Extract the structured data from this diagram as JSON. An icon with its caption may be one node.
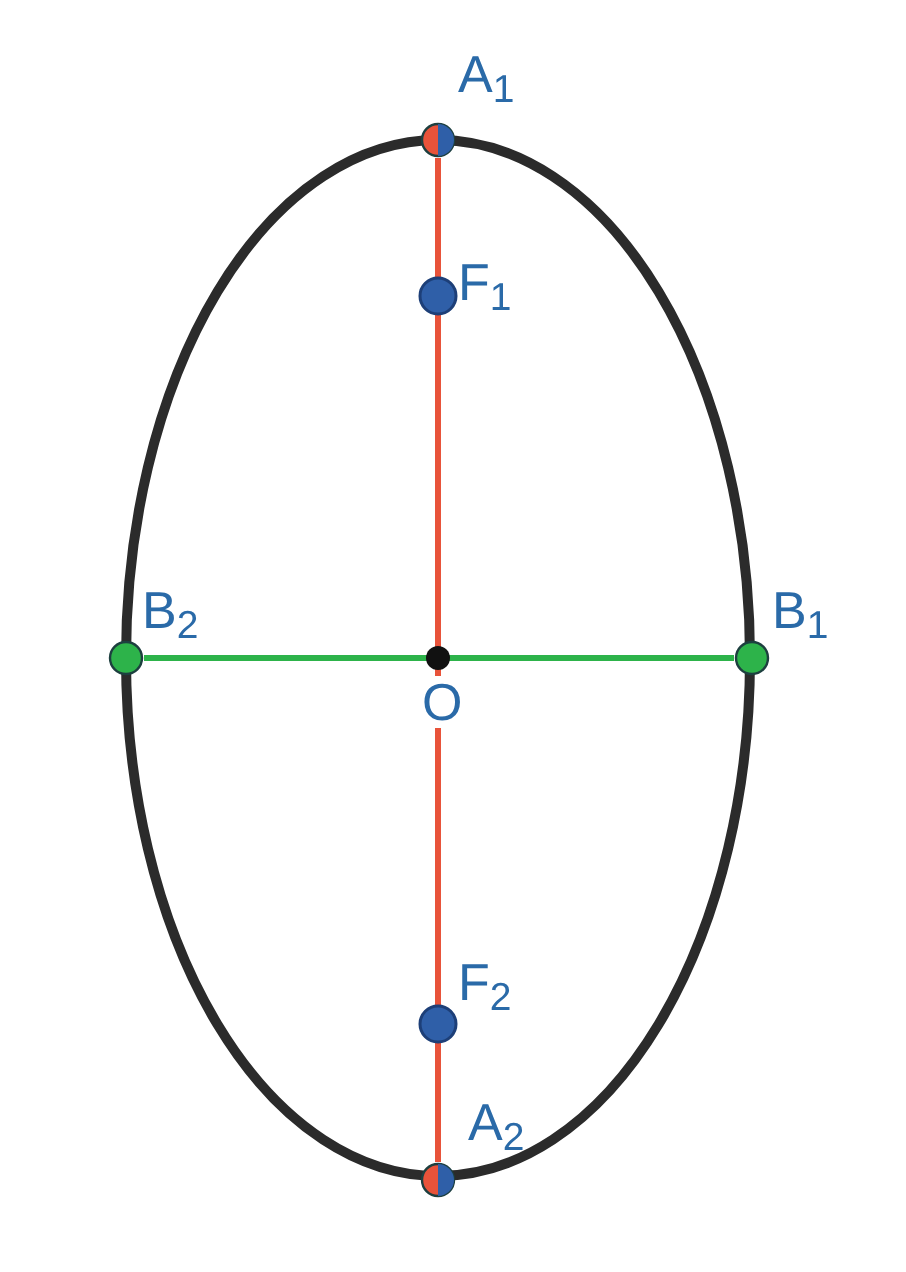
{
  "diagram": {
    "nodes": [
      {
        "text": [],
        "shape": "circle",
        "beside": [
          "A$_{1}$"
        ]
      },
      {
        "text": [],
        "shape": "circle",
        "beside": [
          "B$_{2}$"
        ]
      },
      {
        "text": [],
        "shape": "circle",
        "beside": [
          "B$_{1}$"
        ]
      },
      {
        "text": [],
        "shape": "circle",
        "beside": [
          "A$_{2}$"
        ]
      }
    ],
    "edges": [
      {
        "from": 0,
        "to": 3,
        "arrow": "none",
        "color": "#e8533a"
      },
      {
        "from": 1,
        "to": 2,
        "arrow": "none",
        "color": "#2db34a"
      }
    ],
    "labels": [
      "F$_{1}$",
      "O",
      "F$_{2}$"
    ]
  }
}
